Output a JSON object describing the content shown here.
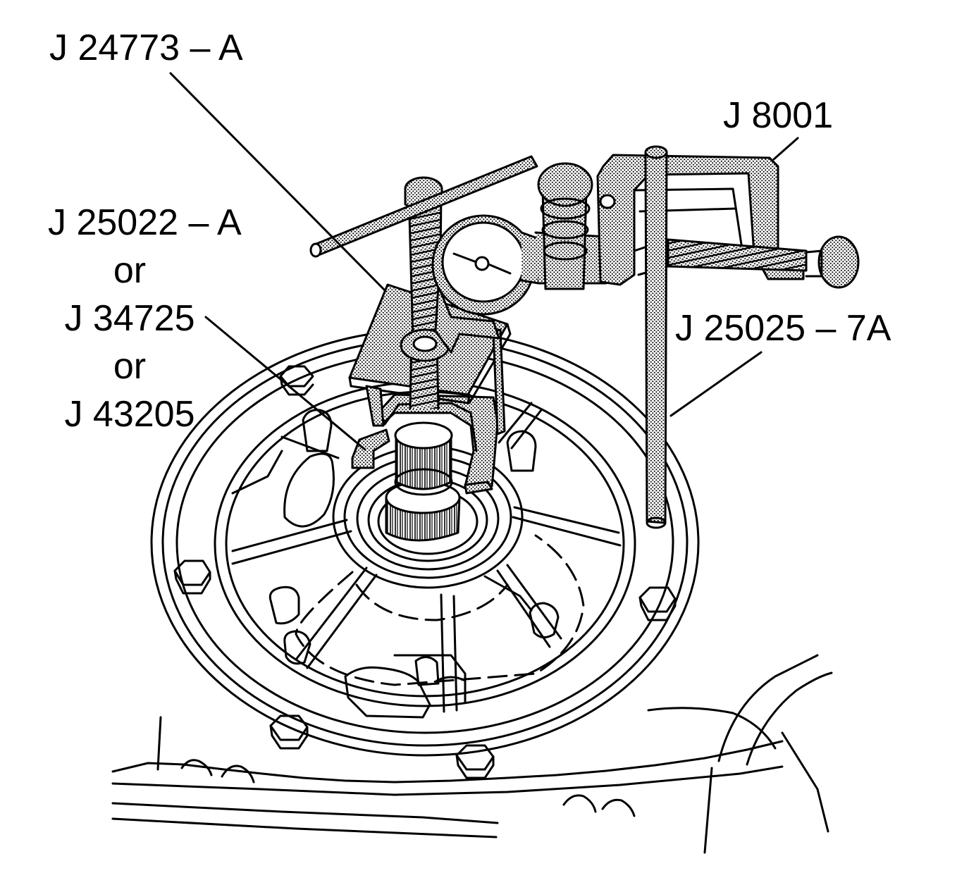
{
  "colors": {
    "ink": "#000000",
    "paper": "#ffffff",
    "stipple": "#9a9a9a"
  },
  "callouts": {
    "puller": "J 24773 – A",
    "bearing_remover": [
      "J 25022 – A",
      "or",
      "J 34725",
      "or",
      "J 43205"
    ],
    "dial_indicator": "J 8001",
    "post": "J 25025 – 7A"
  }
}
